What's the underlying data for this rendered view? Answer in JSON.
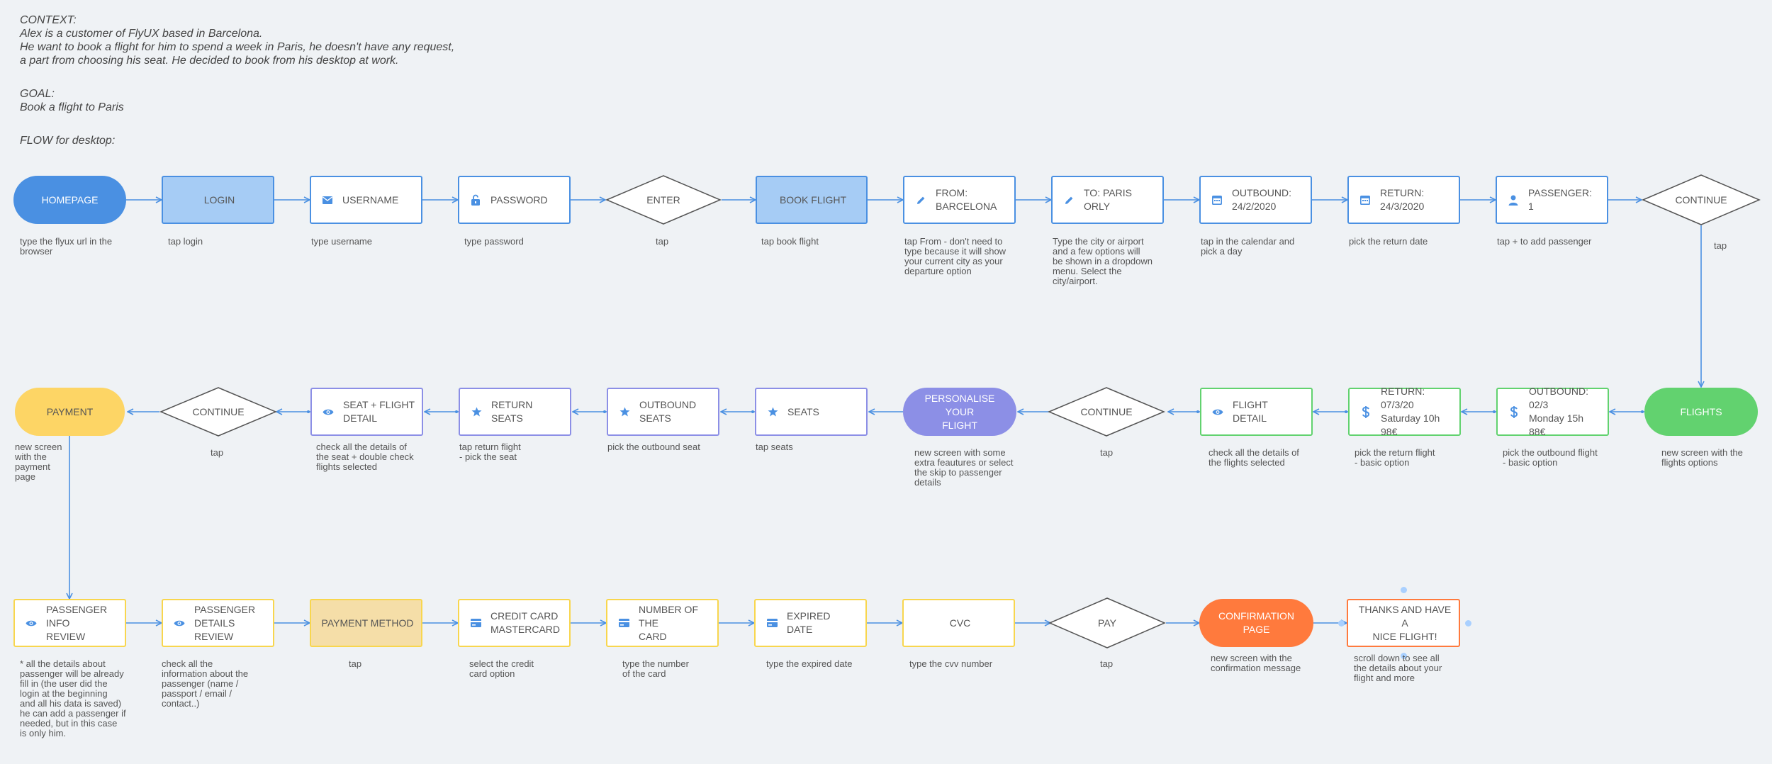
{
  "context": {
    "label": "CONTEXT:",
    "line1": "Alex is a customer of FlyUX based in Barcelona.",
    "line2": "He want to book a flight for him to spend a week in Paris, he doesn't have any request,",
    "line3": "a part from choosing his seat. He decided to book from his desktop at work.",
    "goal_label": "GOAL:",
    "goal": "Book a flight to Paris",
    "flow": "FLOW for desktop:"
  },
  "colors": {
    "blue": "#4a90e2",
    "green": "#62d26f",
    "purple": "#8c8fe6",
    "yellow": "#f8d64e",
    "orange": "#ff7a3d",
    "diamond_stroke": "#555555"
  },
  "row1": [
    {
      "label": "HOMEPAGE",
      "caption": "type the flyux url in the\nbrowser"
    },
    {
      "label": "LOGIN",
      "caption": "tap login"
    },
    {
      "label": "USERNAME",
      "icon": "envelope-icon",
      "caption": "type username"
    },
    {
      "label": "PASSWORD",
      "icon": "lock-icon",
      "caption": "type password"
    },
    {
      "label": "ENTER",
      "caption": "tap"
    },
    {
      "label": "BOOK FLIGHT",
      "caption": "tap book flight"
    },
    {
      "label": "FROM:\nBARCELONA",
      "icon": "pencil-icon",
      "caption": "tap From - don't need to\ntype because it will show\nyour current city as your\ndeparture option"
    },
    {
      "label": "TO: PARIS ORLY",
      "icon": "pencil-icon",
      "caption": "Type the city or airport\nand a few options will\nbe shown in a dropdown\nmenu. Select the\ncity/airport."
    },
    {
      "label": "OUTBOUND:\n24/2/2020",
      "icon": "calendar-icon",
      "caption": "tap in the calendar and\npick a day"
    },
    {
      "label": "RETURN:\n24/3/2020",
      "icon": "calendar-icon",
      "caption": "pick the return date"
    },
    {
      "label": "PASSENGER: 1",
      "icon": "user-icon",
      "caption": "tap + to add passenger"
    },
    {
      "label": "CONTINUE",
      "caption": "tap"
    }
  ],
  "row2": [
    {
      "label": "PAYMENT",
      "caption": "new screen\nwith the\npayment\npage"
    },
    {
      "label": "CONTINUE",
      "caption": "tap"
    },
    {
      "label": "SEAT + FLIGHT\nDETAIL",
      "icon": "eye-icon",
      "caption": "check all the details of\nthe seat + double check\nflights selected"
    },
    {
      "label": "RETURN SEATS",
      "icon": "star-icon",
      "caption": "tap return flight\n- pick the seat"
    },
    {
      "label": "OUTBOUND SEATS",
      "icon": "star-icon",
      "caption": "pick the outbound seat"
    },
    {
      "label": "SEATS",
      "icon": "star-icon",
      "caption": "tap seats"
    },
    {
      "label": "PERSONALISE YOUR\nFLIGHT",
      "caption": "new screen with some\nextra feautures or select\nthe skip to passenger\ndetails"
    },
    {
      "label": "CONTINUE",
      "caption": "tap"
    },
    {
      "label": "FLIGHT DETAIL",
      "icon": "eye-icon",
      "caption": "check all the details of\nthe flights selected"
    },
    {
      "label": "RETURN: 07/3/20\nSaturday 10h 98€",
      "icon": "dollar-icon",
      "caption": "pick the return flight\n- basic option"
    },
    {
      "label": "OUTBOUND: 02/3\nMonday 15h 88€",
      "icon": "dollar-icon",
      "caption": "pick the outbound flight\n- basic option"
    },
    {
      "label": "FLIGHTS",
      "caption": "new screen with the\nflights options"
    }
  ],
  "row3": [
    {
      "label": "PASSENGER INFO\nREVIEW",
      "icon": "eye-icon",
      "caption": "* all the details about\npassenger will be already\nfill in (the user did the\nlogin at the beginning\nand all his data is saved)\nhe can add a passenger if\nneeded, but in this case\nis only him."
    },
    {
      "label": "PASSENGER\nDETAILS REVIEW",
      "icon": "eye-icon",
      "caption": "check all the\ninformation about the\npassenger (name /\npassport / email /\ncontact..)"
    },
    {
      "label": "PAYMENT METHOD",
      "caption": "tap"
    },
    {
      "label": "CREDIT CARD\nMASTERCARD",
      "icon": "card-icon",
      "caption": "select the credit\ncard option"
    },
    {
      "label": "NUMBER OF THE\nCARD",
      "icon": "card-icon",
      "caption": "type the number\nof the card"
    },
    {
      "label": "EXPIRED DATE",
      "icon": "card-icon",
      "caption": "type the expired date"
    },
    {
      "label": "CVC",
      "caption": "type the cvv number"
    },
    {
      "label": "PAY",
      "caption": "tap"
    },
    {
      "label": "CONFIRMATION PAGE",
      "caption": "new screen with the\nconfirmation message"
    },
    {
      "label": "THANKS AND HAVE A\nNICE FLIGHT!",
      "caption": "scroll down to see all\nthe details about your\nflight and more"
    }
  ]
}
